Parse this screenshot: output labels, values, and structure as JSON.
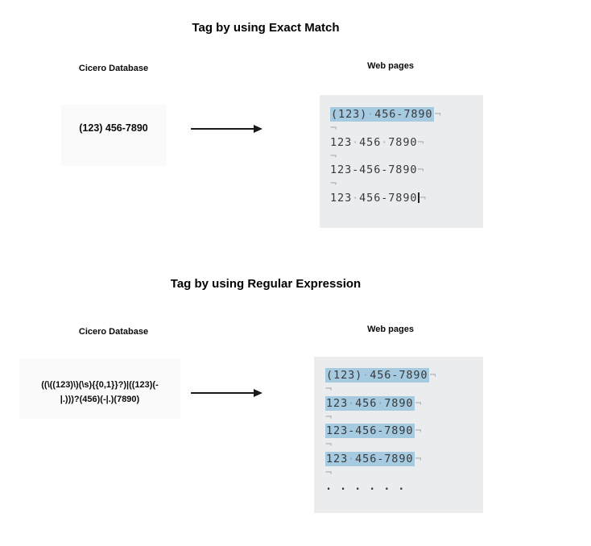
{
  "markers": {
    "space": "·",
    "linebreak": "¬"
  },
  "colors": {
    "editor_background": "#ebecee",
    "highlight": "#a6cae0",
    "code_text": "#36393d",
    "marker_gray": "#a9adb2"
  },
  "panel1": {
    "title": "Tag by using Exact Match",
    "source_label": "Cicero Database",
    "target_label": "Web pages",
    "source_text": "(123) 456-7890",
    "editor_lines": [
      {
        "text": "(123) 456-7890",
        "highlight": true
      },
      {
        "blank": true
      },
      {
        "text": "123 456 7890",
        "highlight": false
      },
      {
        "blank": true
      },
      {
        "text": "123-456-7890",
        "highlight": false
      },
      {
        "blank": true
      },
      {
        "text": "123 456-7890",
        "highlight": false,
        "cursor": true
      }
    ]
  },
  "panel2": {
    "title": "Tag by using Regular Expression",
    "source_label": "Cicero Database",
    "target_label": "Web pages",
    "source_text_lines": [
      "((\\((123)\\)(\\s){{0,1}}?)|((123)(-",
      "|.)))?(456)(-|.)(7890)"
    ],
    "editor_lines": [
      {
        "text": "(123) 456-7890",
        "highlight": true
      },
      {
        "blank": true
      },
      {
        "text": "123 456 7890",
        "highlight": true
      },
      {
        "blank": true
      },
      {
        "text": "123-456-7890",
        "highlight": true
      },
      {
        "blank": true
      },
      {
        "text": "123 456-7890",
        "highlight": true
      },
      {
        "blank": true
      },
      {
        "dots": true,
        "text": ". . . . . ."
      }
    ]
  }
}
